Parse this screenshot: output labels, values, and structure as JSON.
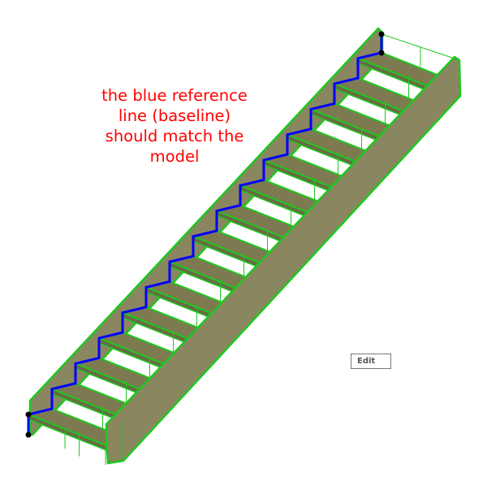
{
  "annotation": {
    "lines": [
      "the blue reference",
      "line (baseline)",
      "should match the",
      "model"
    ],
    "color": "#ff0000"
  },
  "toolbar": {
    "edit_label": "Edit"
  },
  "colors": {
    "tread": "#7d7a52",
    "stringer": "#8a8660",
    "edge": "#1ec81e",
    "baseline": "#0000ff",
    "node": "#000000"
  }
}
